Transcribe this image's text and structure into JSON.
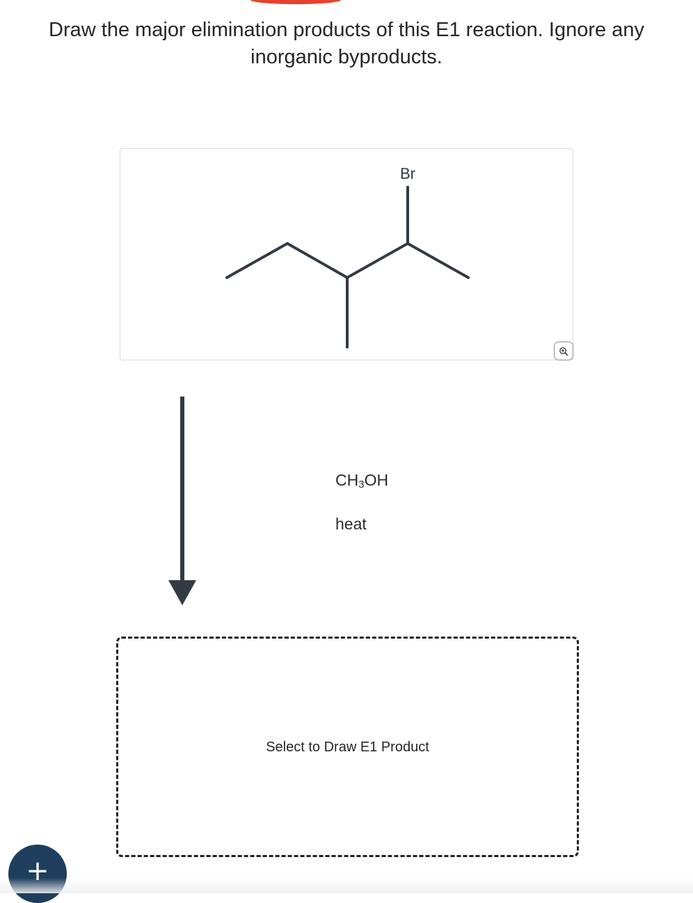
{
  "question": {
    "line1": "Draw the major elimination products of this E1 reaction. Ignore any",
    "line2": "inorganic byproducts."
  },
  "reactant": {
    "atom_labels": [
      "Br"
    ]
  },
  "zoom": {
    "icon": "zoom-in-icon"
  },
  "reagents": {
    "solvent_prefix": "CH",
    "solvent_subscript": "3",
    "solvent_suffix": "OH",
    "condition": "heat"
  },
  "product_box": {
    "label": "Select to Draw E1 Product"
  },
  "add_button": {
    "icon": "plus-icon",
    "glyph": "+"
  },
  "colors": {
    "accent_red": "#e8412c",
    "bond_color": "#333a44",
    "add_button_bg": "#1f3e5e"
  }
}
